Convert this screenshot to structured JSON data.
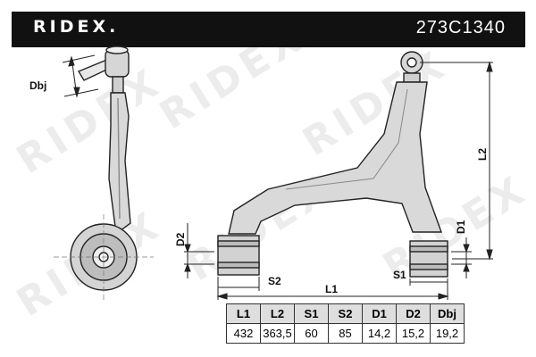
{
  "header": {
    "brand": "RIDEX.",
    "part_number": "273C1340"
  },
  "watermark": {
    "text": "RIDEX"
  },
  "labels": {
    "dbj": "Dbj",
    "d2": "D2",
    "d1": "D1",
    "l2": "L2",
    "s2": "S2",
    "s1": "S1",
    "l1": "L1"
  },
  "specs": {
    "headers": [
      "L1",
      "L2",
      "S1",
      "S2",
      "D1",
      "D2",
      "Dbj"
    ],
    "values": [
      "432",
      "363,5",
      "60",
      "85",
      "14,2",
      "15,2",
      "19,2"
    ]
  }
}
